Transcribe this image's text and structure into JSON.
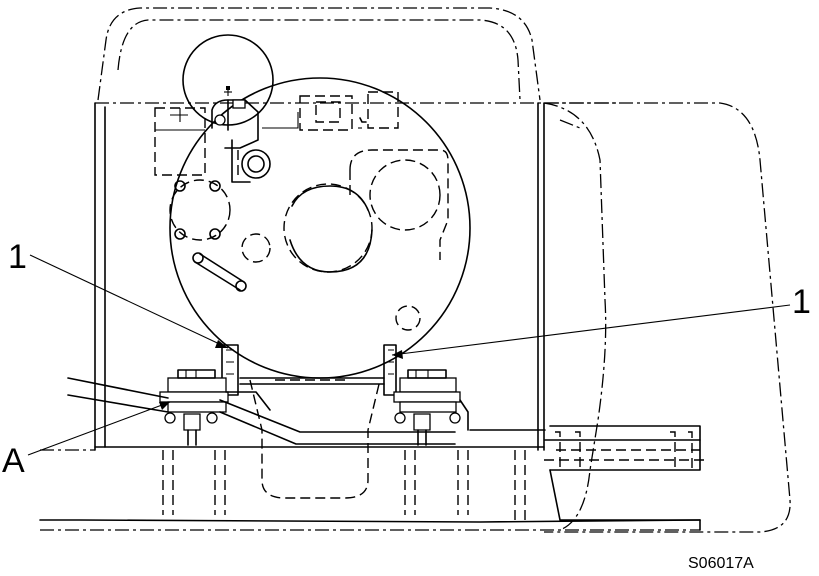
{
  "labels": {
    "callout_left": "1",
    "callout_right": "1",
    "callout_a": "A",
    "drawing_ref": "S06017A"
  }
}
